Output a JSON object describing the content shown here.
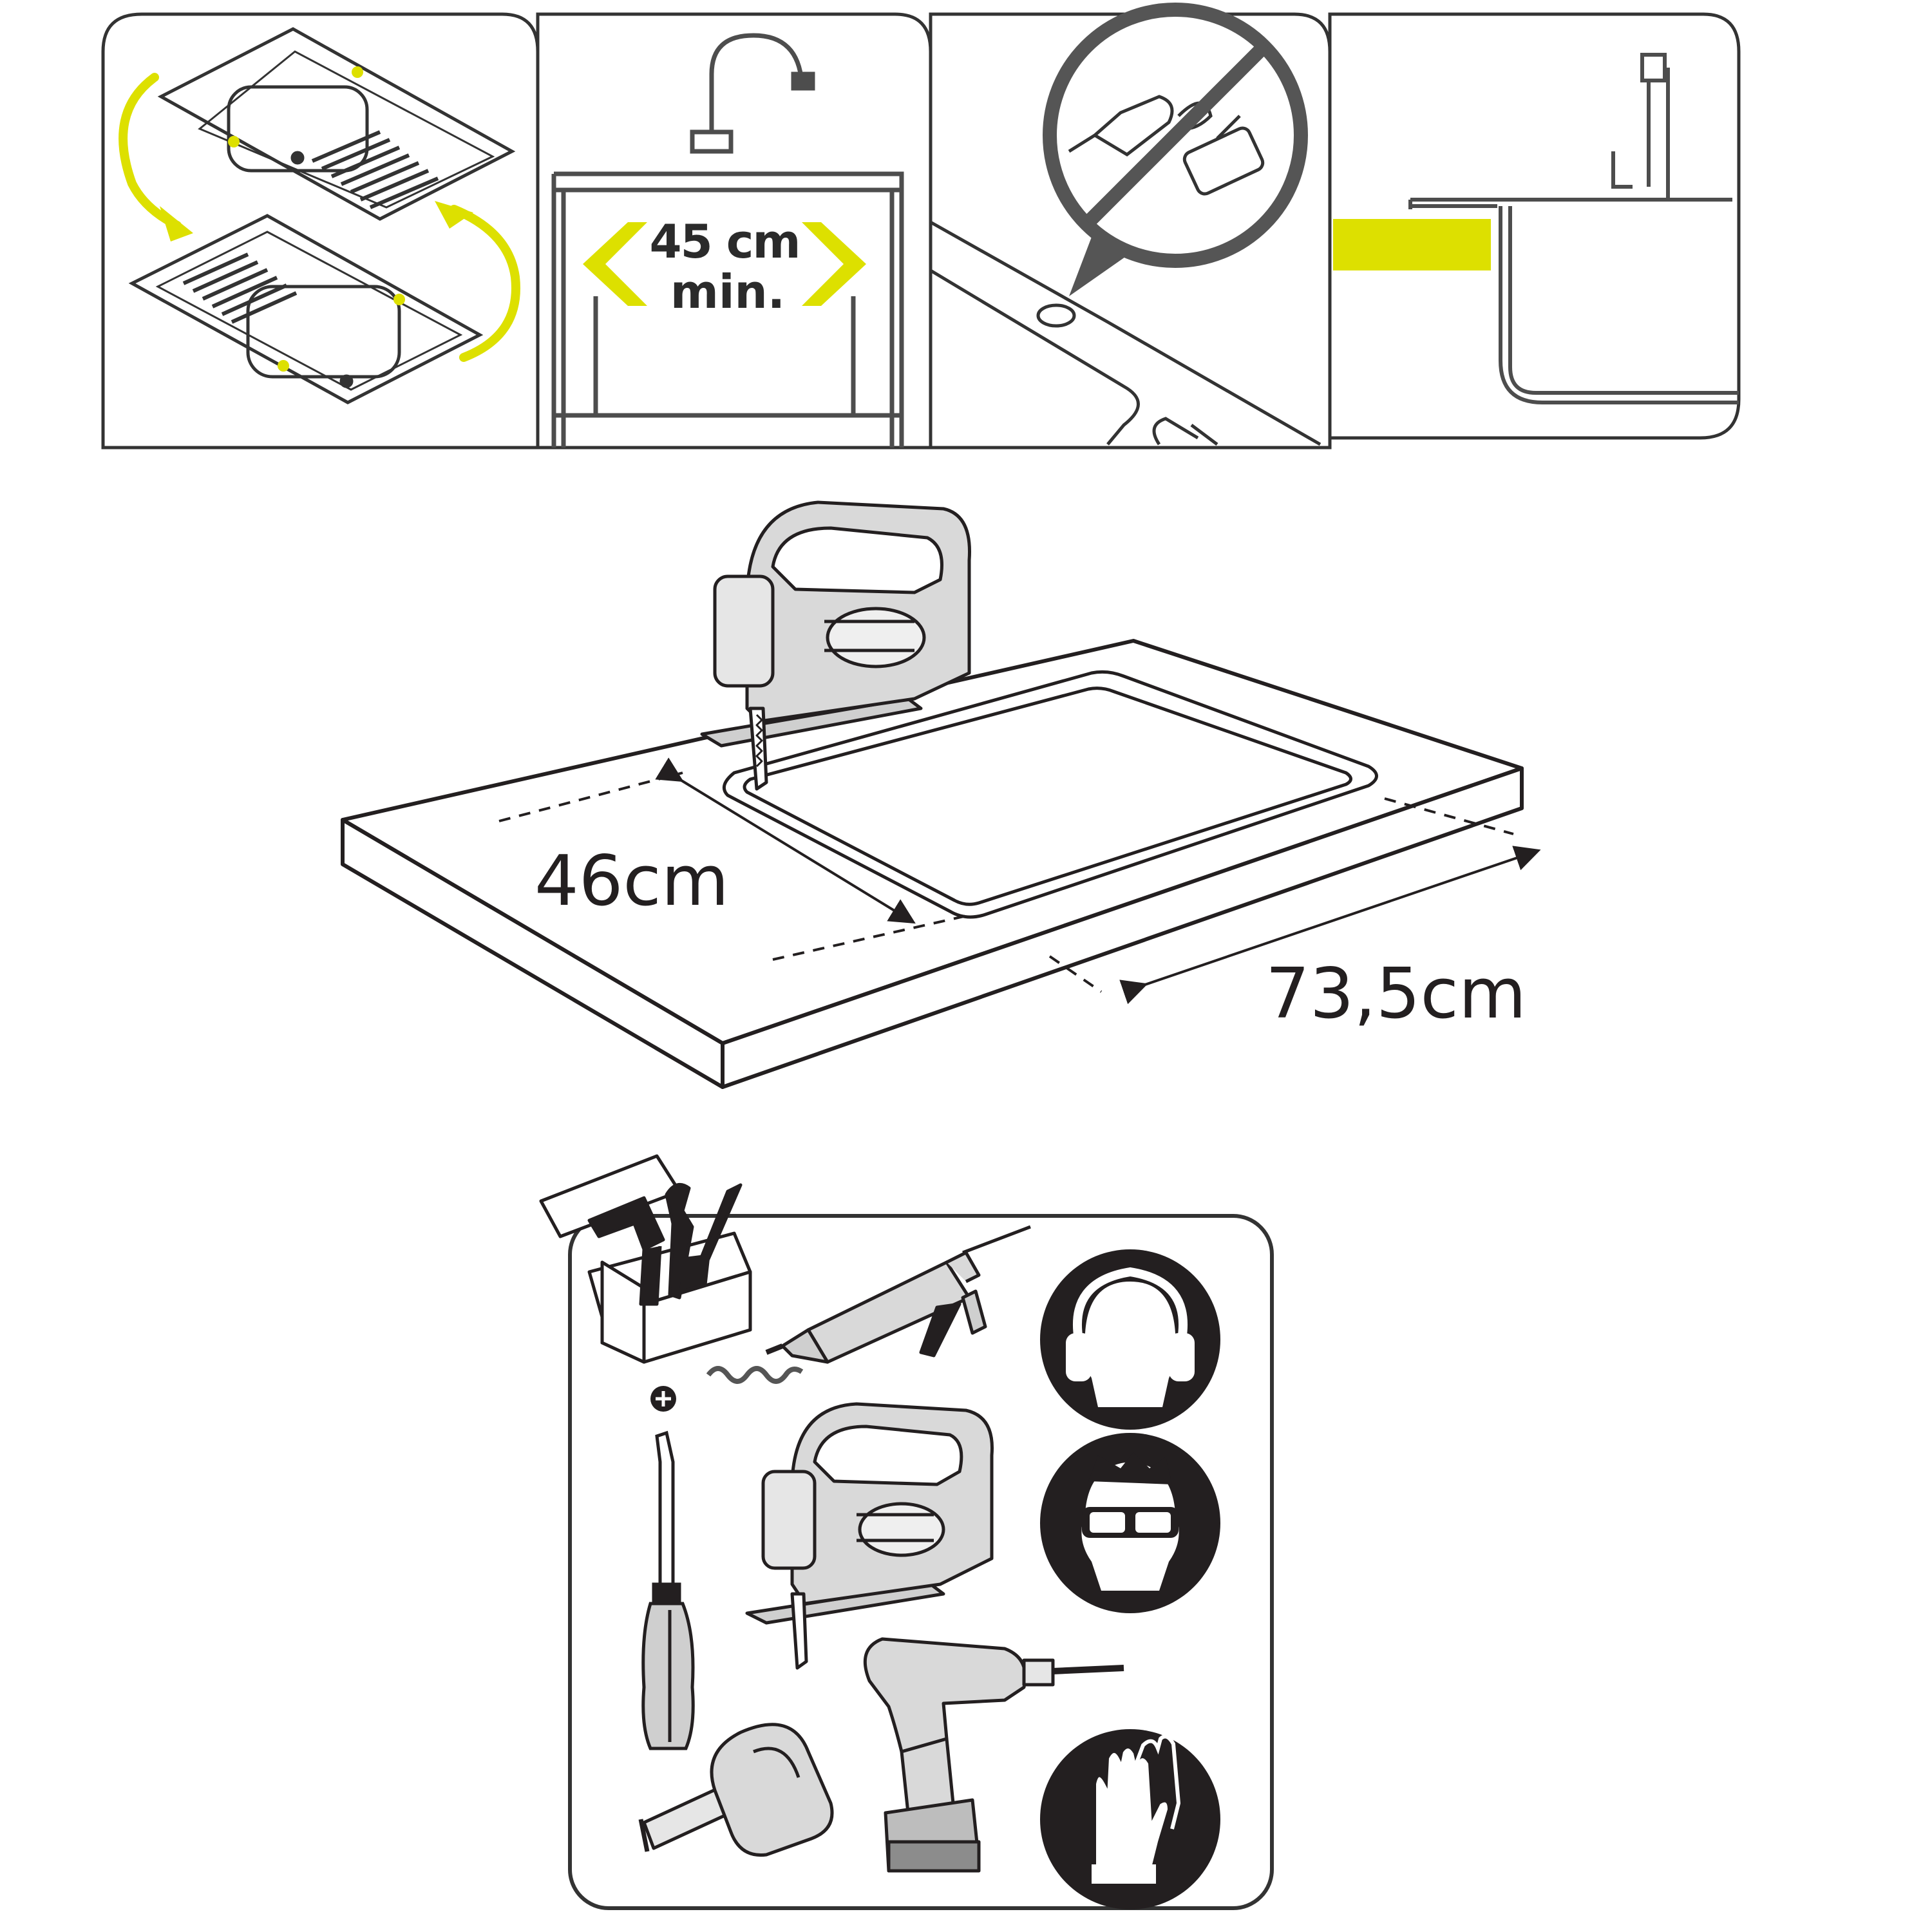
{
  "panels": {
    "reversible_sink": {
      "icon": "reversible-sink-icon"
    },
    "cabinet_width": {
      "value": "45 cm",
      "suffix": "min.",
      "icon": "cabinet-faucet-icon"
    },
    "no_drilling": {
      "icon": "no-drill-icon"
    },
    "worktop_overhang": {
      "icon": "sink-edge-section-icon"
    }
  },
  "cutout": {
    "depth_label": "46cm",
    "width_label": "73,5cm",
    "icon": "jigsaw-icon"
  },
  "toolkit": {
    "tools": [
      "toolbox-icon",
      "caulk-gun-icon",
      "plus-icon",
      "screwdriver-icon",
      "jigsaw-icon",
      "tape-measure-icon",
      "cordless-drill-icon"
    ],
    "safety": [
      "ear-protection-icon",
      "safety-goggles-icon",
      "protective-gloves-icon"
    ]
  },
  "colors": {
    "accent": "#dde000",
    "line": "#333333",
    "dark": "#231f20",
    "tool_fill": "#d9d9d9"
  }
}
